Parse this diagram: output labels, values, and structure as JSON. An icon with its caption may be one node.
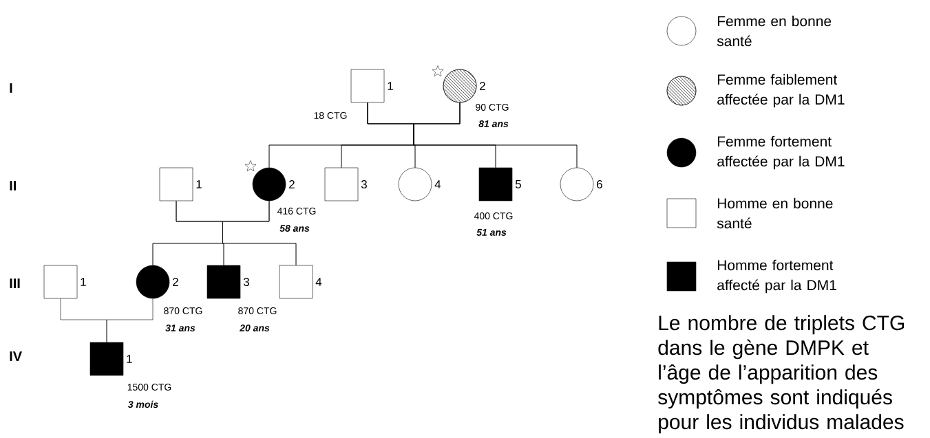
{
  "diagram": {
    "nodes": [
      {
        "text": [],
        "shape": "box",
        "beside": [
          "1",
          "18 CTG"
        ]
      },
      {
        "text": [],
        "shape": "hatched",
        "beside": [
          "2",
          "90 CTG",
          "81 ans"
        ]
      },
      {
        "text": [],
        "shape": "box",
        "beside": [
          "1"
        ]
      },
      {
        "text": [],
        "shape": "disc",
        "beside": [
          "2",
          "416 CTG",
          "58 ans"
        ]
      },
      {
        "text": [],
        "shape": "box",
        "beside": [
          "3"
        ]
      },
      {
        "text": [],
        "shape": "circle",
        "beside": [
          "4"
        ]
      },
      {
        "text": [],
        "shape": "block",
        "beside": [
          "5",
          "400 CTG",
          "51 ans"
        ]
      },
      {
        "text": [],
        "shape": "circle",
        "beside": [
          "6"
        ]
      },
      {
        "text": [],
        "shape": "box",
        "beside": [
          "1"
        ]
      },
      {
        "text": [],
        "shape": "disc",
        "beside": [
          "2",
          "870 CTG",
          "31 ans"
        ]
      },
      {
        "text": [],
        "shape": "block",
        "beside": [
          "3",
          "870 CTG",
          "20 ans"
        ]
      },
      {
        "text": [],
        "shape": "box",
        "beside": [
          "4"
        ]
      },
      {
        "text": [],
        "shape": "block",
        "beside": [
          "1",
          "1500 CTG",
          "3 mois"
        ]
      }
    ],
    "edges": [
      {
        "from": 0,
        "to": 3,
        "arrow": "none"
      },
      {
        "from": 1,
        "to": 3,
        "arrow": "none"
      },
      {
        "from": 0,
        "to": 4,
        "arrow": "none"
      },
      {
        "from": 1,
        "to": 4,
        "arrow": "none"
      },
      {
        "from": 0,
        "to": 5,
        "arrow": "none"
      },
      {
        "from": 1,
        "to": 5,
        "arrow": "none"
      },
      {
        "from": 0,
        "to": 6,
        "arrow": "none"
      },
      {
        "from": 1,
        "to": 6,
        "arrow": "none"
      },
      {
        "from": 0,
        "to": 7,
        "arrow": "none"
      },
      {
        "from": 1,
        "to": 7,
        "arrow": "none"
      },
      {
        "from": 2,
        "to": 9,
        "arrow": "none"
      },
      {
        "from": 3,
        "to": 9,
        "arrow": "none"
      },
      {
        "from": 2,
        "to": 10,
        "arrow": "none"
      },
      {
        "from": 3,
        "to": 10,
        "arrow": "none"
      },
      {
        "from": 2,
        "to": 11,
        "arrow": "none"
      },
      {
        "from": 3,
        "to": 11,
        "arrow": "none"
      },
      {
        "from": 8,
        "to": 12,
        "arrow": "none"
      },
      {
        "from": 9,
        "to": 12,
        "arrow": "none"
      }
    ],
    "labels": [
      "I",
      "II",
      "III",
      "IV"
    ],
    "legend": [
      {
        "text": "Femme en bonne santé"
      },
      {
        "text": "Femme faiblement affectée par la DM1"
      },
      {
        "text": "Femme fortement affectée par la DM1"
      },
      {
        "text": "Homme en bonne santé"
      },
      {
        "text": "Homme fortement affecté par la DM1"
      }
    ],
    "caption": "Le nombre de triplets CTG dans le gène DMPK et l’âge de l’apparition des symptômes sont indiqués pour les individus malades"
  }
}
